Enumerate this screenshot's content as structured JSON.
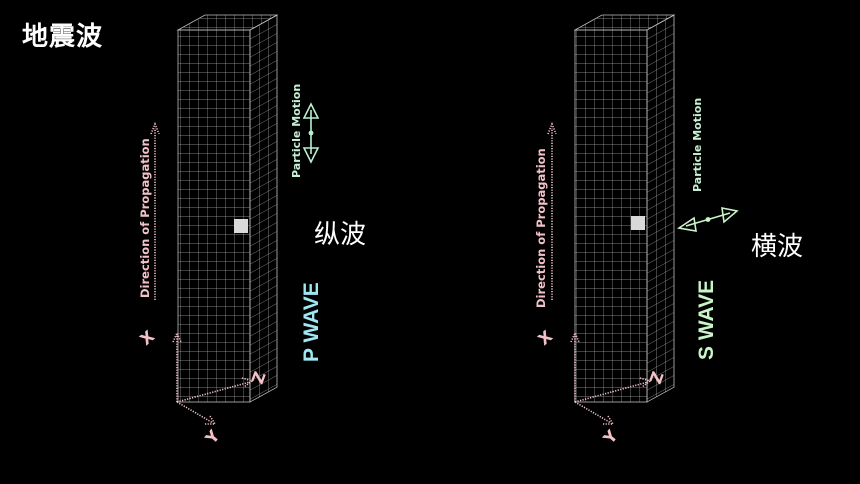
{
  "title": "地震波",
  "panels": {
    "p": {
      "cn_label": "纵波",
      "wave_label": "P WAVE",
      "propagation_label": "Direction of Propagation",
      "motion_label": "Particle Motion",
      "wave_color": "#9fe7f3",
      "motion_color": "#b9f0cf"
    },
    "s": {
      "cn_label": "横波",
      "wave_label": "S WAVE",
      "propagation_label": "Direction of Propagation",
      "motion_label": "Particle Motion",
      "wave_color": "#c9f5c9",
      "motion_color": "#c9f5c9"
    }
  },
  "axes": {
    "x": "X",
    "y": "Y",
    "z": "Z"
  },
  "colors": {
    "background": "#000000",
    "grid": "#bfbfbf",
    "axes": "#f2c2c8",
    "particle": "#d9d9d9"
  }
}
